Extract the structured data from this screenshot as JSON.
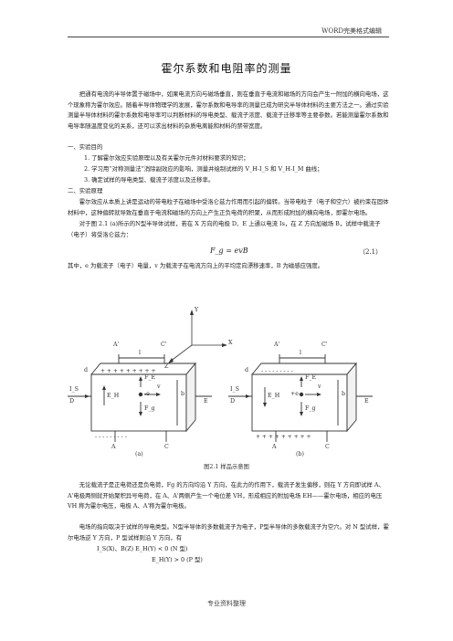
{
  "header": {
    "text": "WORD完美格式编辑"
  },
  "title": "霍尔系数和电阻率的测量",
  "para1": "把通有电流的半导体置于磁场中，如果电流方向与磁场垂直，则在垂直于电流和磁场的方向会产生一附加的横向电场，这个现象称为霍尔效应。随着半导体物理学的发展，霍尔系数和电导率的测量已成为研究半导体材料的主要方法之一。通过实验测量半导体材料的霍尔系数和电导率可以判断材料的导电类型、载流子浓度、载流子迁移率等主要参数。若能测量霍尔系数和电导率随温度变化的关系，还可以求出材料的杂质电离能和材料的禁带宽度。",
  "sec1": "一、实验目的",
  "aims": [
    "1. 了解霍尔效应实验原理以及有关霍尔元件对材料要求的知识；",
    "2. 学习用“对称测量法”消除副效应的影响，测量并绘制试样的 V_H-I_S 和 V_H-I_M 曲线；",
    "3. 确定试样的导电类型、载流子浓度以及迁移率。"
  ],
  "sec2": "二、实验原理",
  "para2": "霍尔效应从本质上讲是运动的带电粒子在磁场中受洛仑兹力作用而引起的偏转。当带电粒子（电子和空穴）被约束在固体材料中，这种偏转就导致在垂直于电流和磁场的方向上产生正负电荷的积聚，从而形成附加的横向电场，即霍尔电场。",
  "para3": "对于图 2.1 (a)所示的N型半导体试样，若在 X 方向的电极 D、E 上通以电流 Is，在 Z 方向加磁场 B，试样中载流子（电子）将受洛仑兹力：",
  "eq1": {
    "text": "F_g = evB",
    "num": "（2.1）"
  },
  "para4": "其中，e 为载流子（电子）电量，v 为载流子在电流方向上的平均定向漂移速率，B 为磁感应强度。",
  "figure": {
    "axis_y": "Y",
    "axis_x": "X",
    "axis_z": "Z",
    "labels_a": {
      "a1": "A'",
      "c1": "C'",
      "l": "l",
      "d": "d",
      "is": "I_S",
      "dd": "D",
      "fe": "F_E",
      "eh": "E_H",
      "ev": "-e",
      "v": "v",
      "fg": "F_g",
      "b": "b",
      "ee": "E",
      "a2": "A",
      "c2": "C"
    },
    "labels_b": {
      "a1": "A'",
      "c1": "C'",
      "l": "l",
      "d": "d",
      "is": "I_S",
      "dd": "D",
      "fe": "F_E",
      "eh": "E_H",
      "ev": "+e",
      "v": "v",
      "fg": "F_g",
      "b": "b",
      "ee": "E",
      "a2": "A",
      "c2": "C"
    },
    "sub_a": "(a)",
    "sub_b": "(b)",
    "caption": "图2.1    样品示意图"
  },
  "para5": "无论载流子是正电荷还是负电荷，Fg 的方向均沿 Y 方向，在此力的作用下，载流子发生偏移，则在 Y 方向即试样 A、A'电极两侧就开始聚积异号电荷，在 A、A'两侧产生一个电位差 VH，形成相应的附加电场 EH——霍尔电场，相应的电压 VH 称为霍尔电压，电极 A、A'称为霍尔电极。",
  "para6": "电场的指向取决于试样的导电类型。N型半导体的多数载流子为电子，P型半导体的多数载流子为空穴。对 N 型试样，霍尔电场逆 Y 方向，P 型试样则沿 Y 方向，有",
  "rel1": "I_S(X)、B(Z)      E_H(Y) < 0    (N 型)",
  "rel2": "E_H(Y) > 0    (P 型)",
  "footer": "专业资料整理"
}
